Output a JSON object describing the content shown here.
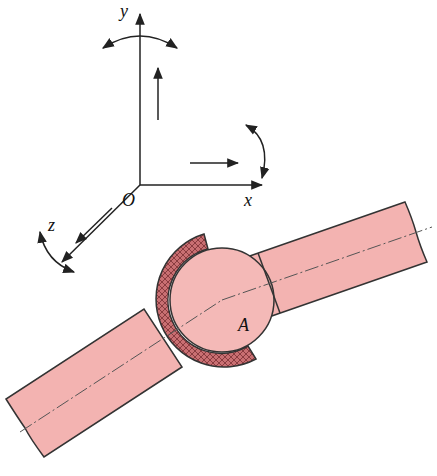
{
  "diagram": {
    "labels": [
      "y",
      "x",
      "O",
      "z",
      "A"
    ]
  }
}
